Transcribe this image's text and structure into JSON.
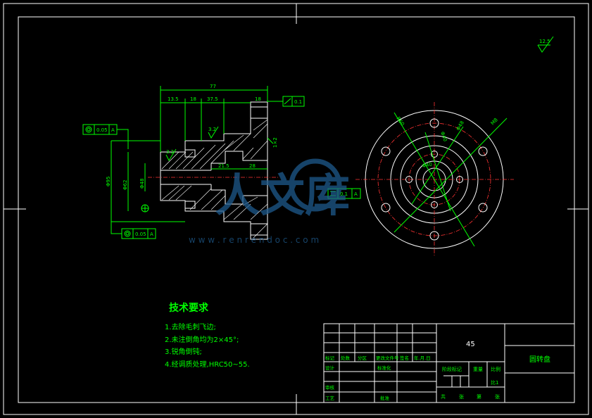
{
  "colors": {
    "background": "#000000",
    "frame": "#ffffff",
    "geometry": "#ffffff",
    "dimension": "#00ff00",
    "centerline": "#ff3333",
    "watermark": "#1e5a8c"
  },
  "drawing_name": "圆转盘",
  "material": "45",
  "scale": "比1",
  "surface_finish": "12.5",
  "tech_requirements": {
    "title": "技术要求",
    "items": [
      "1.去除毛刺飞边;",
      "2.未注倒角均为2×45°;",
      "3.锐角倒钝;",
      "4.经调质处理,HRC50~55."
    ]
  },
  "dimensions": {
    "overall_length": "77",
    "seg1": "13.5",
    "seg2": "18",
    "seg3": "37.5",
    "flange": "18",
    "roughness1": "3.2",
    "roughness2": "3.2",
    "inner_len1": "21.5",
    "inner_len2": "28",
    "outer_dia": "Φ95",
    "dia2": "Φ62",
    "dia3": "Φ48",
    "chamfer": "1×2"
  },
  "tolerances": {
    "runout_top": "0.1",
    "coax_top": "0.05",
    "coax_bottom": "0.05",
    "parallel_mid": "0.1",
    "datum": "A"
  },
  "circle_view_labels": [
    "R60",
    "Φ40",
    "Φ48",
    "Φ40",
    "M8"
  ],
  "title_block": {
    "row_labels": [
      "标记",
      "处数",
      "分区",
      "更改文件号",
      "签名",
      "年.月.日"
    ],
    "design": "设计",
    "std": "标准化",
    "stage": "阶段标记",
    "weight": "重量",
    "ratio_label": "比例",
    "review": "审核",
    "process": "工艺",
    "approve": "批准",
    "sheets": [
      "共",
      "张",
      "第",
      "张"
    ]
  },
  "watermark": {
    "text": "人文库",
    "url": "w w w . r e n r e n d o c . c o m"
  }
}
